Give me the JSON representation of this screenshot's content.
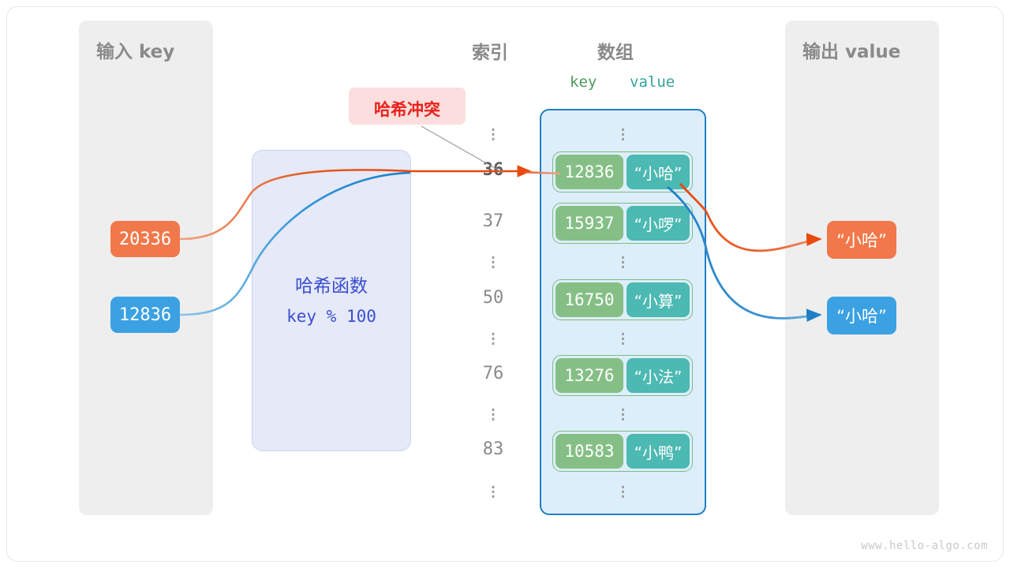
{
  "panels": {
    "input": {
      "title": "输入 key"
    },
    "output": {
      "title": "输出 value"
    }
  },
  "columns": {
    "index_title": "索引",
    "array_title": "数组",
    "key_header": "key",
    "value_header": "value"
  },
  "hash_function": {
    "title": "哈希函数",
    "formula": "key % 100"
  },
  "collision": {
    "label": "哈希冲突"
  },
  "input_keys": [
    {
      "value": "20336",
      "color": "#f1784a"
    },
    {
      "value": "12836",
      "color": "#3ba1e3"
    }
  ],
  "output_values": [
    {
      "value": "“小哈”",
      "color": "#f1784a"
    },
    {
      "value": "“小哈”",
      "color": "#3ba1e3"
    }
  ],
  "index_column": [
    {
      "type": "dots"
    },
    {
      "type": "index",
      "label": "36",
      "highlight": true
    },
    {
      "type": "index",
      "label": "37",
      "highlight": false
    },
    {
      "type": "dots"
    },
    {
      "type": "index",
      "label": "50",
      "highlight": false
    },
    {
      "type": "dots"
    },
    {
      "type": "index",
      "label": "76",
      "highlight": false
    },
    {
      "type": "dots"
    },
    {
      "type": "index",
      "label": "83",
      "highlight": false
    },
    {
      "type": "dots"
    }
  ],
  "buckets": [
    {
      "index": "36",
      "key": "12836",
      "value": "“小哈”"
    },
    {
      "index": "37",
      "key": "15937",
      "value": "“小啰”"
    },
    {
      "index": "50",
      "key": "16750",
      "value": "“小算”"
    },
    {
      "index": "76",
      "key": "13276",
      "value": "“小法”"
    },
    {
      "index": "83",
      "key": "10583",
      "value": "“小鸭”"
    }
  ],
  "colors": {
    "orange": "#f1784a",
    "orange_arrow": "#e8490e",
    "blue": "#3ba1e3",
    "blue_arrow": "#1f7fc4",
    "green_key": "#85bf86",
    "teal_value": "#4cb9b2",
    "hash_box": "#e6e9f8",
    "hash_text": "#3b4fd0",
    "collision_bg": "#fbdedd",
    "collision_text": "#e8231c",
    "panel_gray": "#eeeeee",
    "array_bg": "#ddeefb"
  },
  "watermark": "www.hello-algo.com"
}
